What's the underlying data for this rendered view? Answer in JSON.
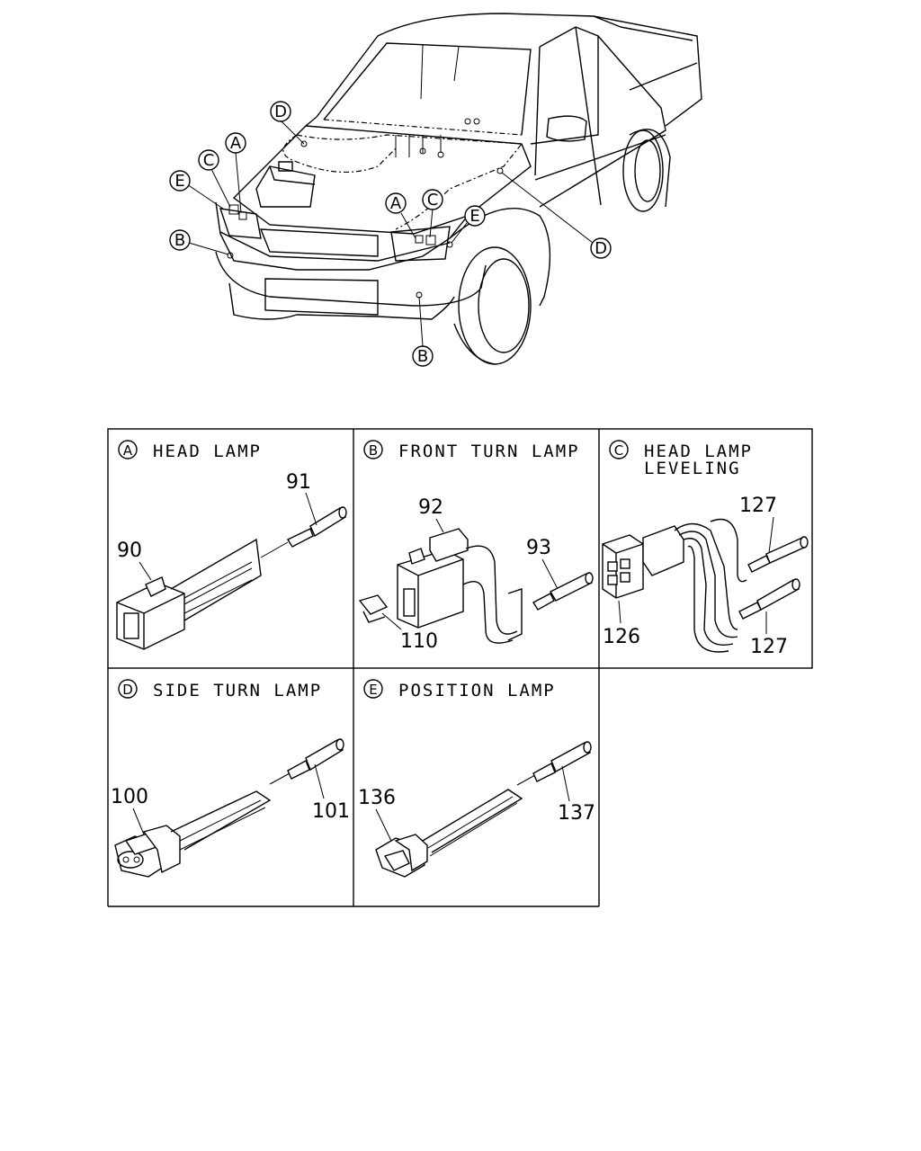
{
  "truck": {
    "callouts": [
      {
        "letter": "D"
      },
      {
        "letter": "A"
      },
      {
        "letter": "C"
      },
      {
        "letter": "E"
      },
      {
        "letter": "B"
      },
      {
        "letter": "A"
      },
      {
        "letter": "C"
      },
      {
        "letter": "E"
      },
      {
        "letter": "D"
      },
      {
        "letter": "B"
      }
    ]
  },
  "panels": [
    {
      "letter": "A",
      "title": "HEAD LAMP",
      "title2": "",
      "parts": [
        "91",
        "90"
      ]
    },
    {
      "letter": "B",
      "title": "FRONT TURN LAMP",
      "title2": "",
      "parts": [
        "92",
        "93",
        "110"
      ]
    },
    {
      "letter": "C",
      "title": "HEAD LAMP",
      "title2": "LEVELING",
      "parts": [
        "127",
        "126",
        "127"
      ]
    },
    {
      "letter": "D",
      "title": "SIDE TURN LAMP",
      "title2": "",
      "parts": [
        "100",
        "101"
      ]
    },
    {
      "letter": "E",
      "title": "POSITION LAMP",
      "title2": "",
      "parts": [
        "136",
        "137"
      ]
    }
  ]
}
